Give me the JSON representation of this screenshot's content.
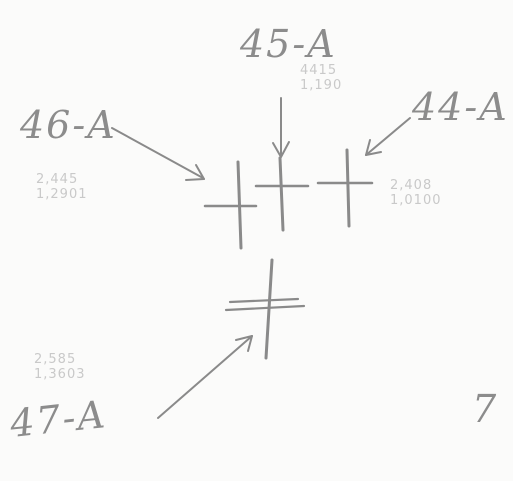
{
  "labels": {
    "label_45": "45-A",
    "label_46": "46-A",
    "label_44": "44-A",
    "label_47": "47-A",
    "label_edge": "7"
  },
  "notes": {
    "note_45": [
      "4415",
      "1,190"
    ],
    "note_46": [
      "2,445",
      "1,2901"
    ],
    "note_44": [
      "2,408",
      "1,0100"
    ],
    "note_47": [
      "2,585",
      "1,3603"
    ]
  },
  "colors": {
    "pencil": "#8c8c8c",
    "faint_pencil": "#c9c9c9",
    "paper": "#fbfbfa"
  }
}
